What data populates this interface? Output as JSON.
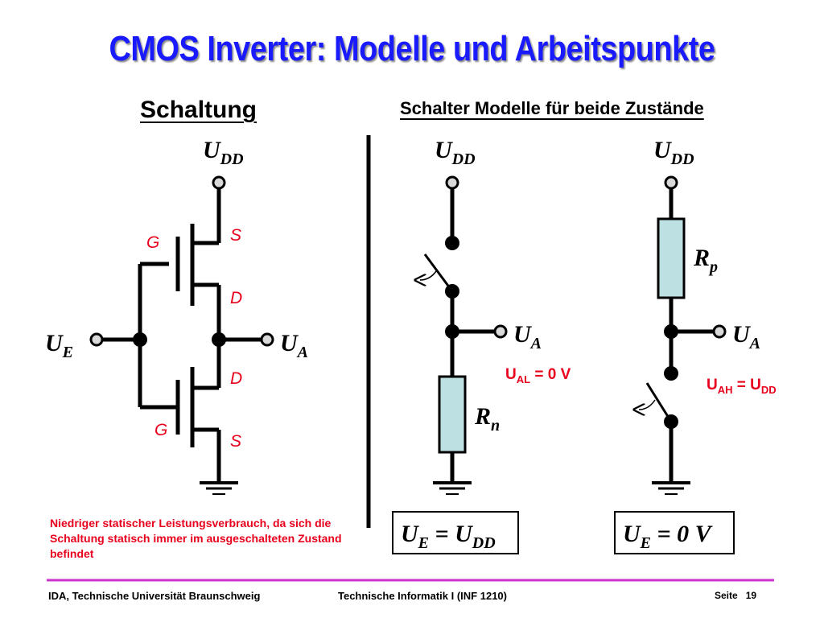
{
  "title": "CMOS Inverter: Modelle und Arbeitspunkte",
  "headings": {
    "left": "Schaltung",
    "right": "Schalter Modelle für beide Zustände"
  },
  "circuit": {
    "supply": "U",
    "supply_sub": "DD",
    "input": "U",
    "input_sub": "E",
    "output": "U",
    "output_sub": "A",
    "gate": "G",
    "source": "S",
    "drain": "D"
  },
  "model_low": {
    "supply": "U",
    "supply_sub": "DD",
    "output": "U",
    "output_sub": "A",
    "resistor": "R",
    "resistor_sub": "n",
    "value_main": "U",
    "value_sub": "AL",
    "value_rest": " = 0 V",
    "cond_a": "U",
    "cond_a_sub": "E",
    "cond_eq": " = U",
    "cond_b_sub": "DD"
  },
  "model_high": {
    "supply": "U",
    "supply_sub": "DD",
    "output": "U",
    "output_sub": "A",
    "resistor": "R",
    "resistor_sub": "p",
    "value_main": "U",
    "value_sub": "AH",
    "value_eq": " = U",
    "value_sub2": "DD",
    "cond_a": "U",
    "cond_a_sub": "E",
    "cond_rest": " = 0 V"
  },
  "note": "Niedriger statischer Leistungsverbrauch, da sich die Schaltung statisch immer im ausgeschalteten Zustand befindet",
  "footer": {
    "left": "IDA, Technische Universität Braunschweig",
    "middle": "Technische Informatik I (INF 1210)",
    "page_label": "Seite",
    "page_number": "19"
  },
  "colors": {
    "title": "#1a1aff",
    "label_red": "#e8001c",
    "resistor_fill": "#bde0e2",
    "terminal_fill": "#d9d9d9",
    "footer_line": "#cc33cc"
  }
}
